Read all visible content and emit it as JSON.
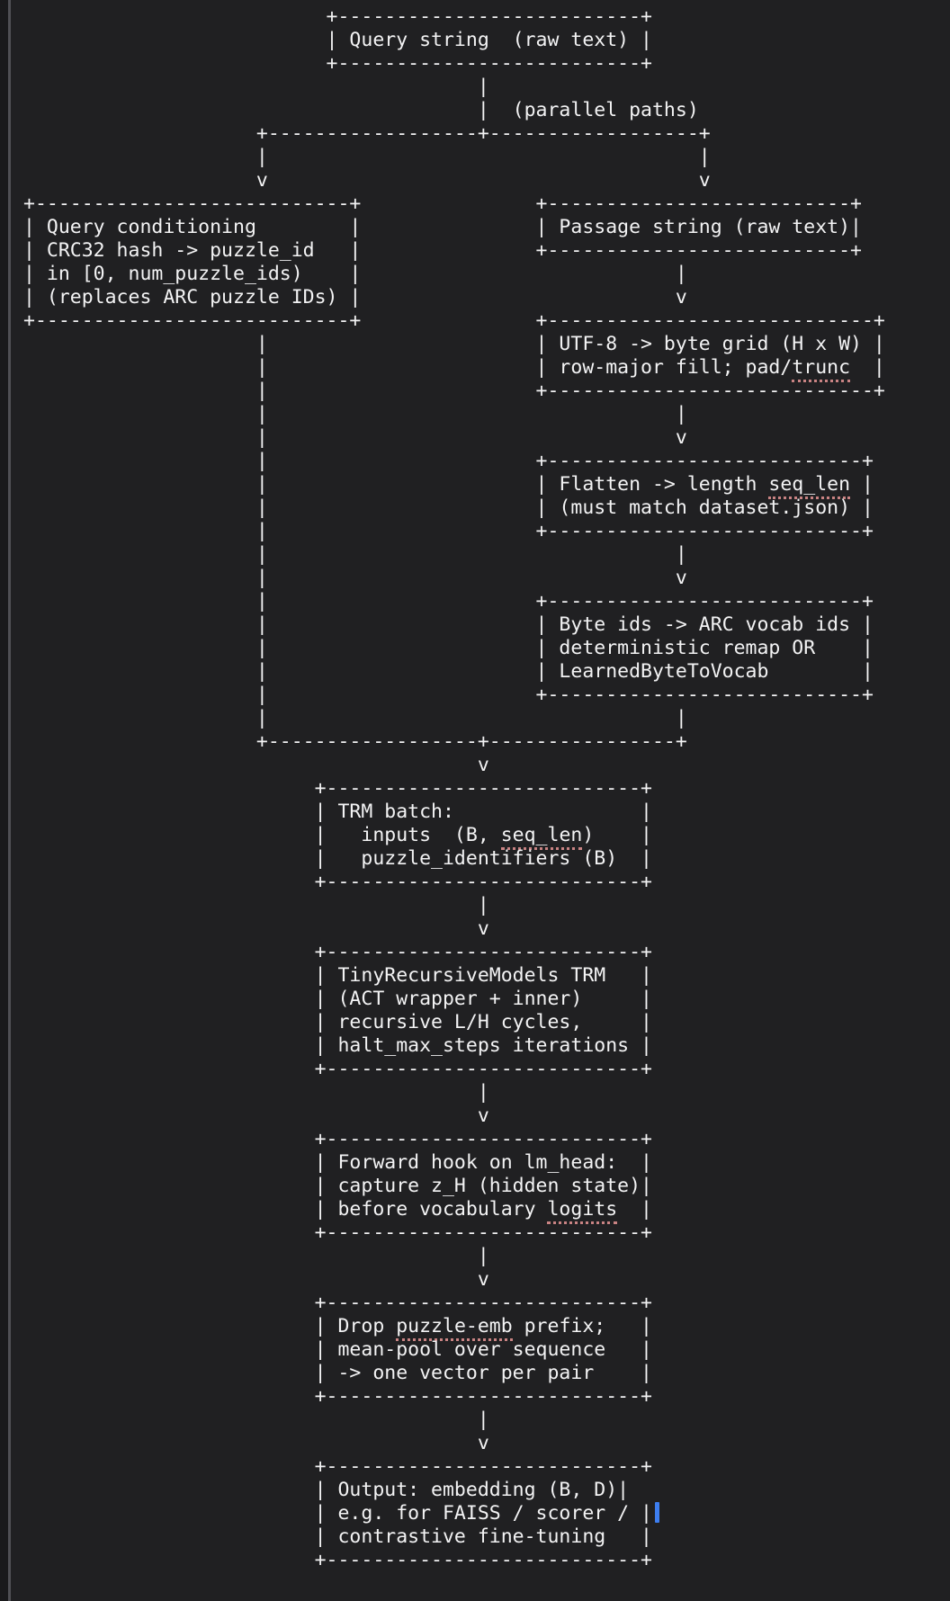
{
  "colors": {
    "background": "#202022",
    "left_strip": "#1a1a1c",
    "pane_border": "#505055",
    "text": "#f3f3f4",
    "squiggle": "#c98383",
    "cursor": "#3d7ef0"
  },
  "flowchart": {
    "edge_labels": [
      "(parallel paths)"
    ],
    "nodes": [
      {
        "name": "query-string",
        "lines": [
          "Query string  (raw text)"
        ]
      },
      {
        "name": "query-conditioning",
        "lines": [
          "Query conditioning",
          "CRC32 hash -> puzzle_id",
          "in [0, num_puzzle_ids)",
          "(replaces ARC puzzle IDs)"
        ]
      },
      {
        "name": "passage-string",
        "lines": [
          "Passage string (raw text)"
        ]
      },
      {
        "name": "utf8-byte-grid",
        "lines": [
          "UTF-8 -> byte grid (H x W)",
          "row-major fill; pad/trunc"
        ]
      },
      {
        "name": "flatten",
        "lines": [
          "Flatten -> length seq_len",
          "(must match dataset.json)"
        ]
      },
      {
        "name": "byte-ids-to-vocab",
        "lines": [
          "Byte ids -> ARC vocab ids",
          "deterministic remap OR",
          "LearnedByteToVocab"
        ]
      },
      {
        "name": "trm-batch",
        "lines": [
          "TRM batch:",
          "inputs  (B, seq_len)",
          "puzzle_identifiers (B)"
        ]
      },
      {
        "name": "trm-model",
        "lines": [
          "TinyRecursiveModels TRM",
          "(ACT wrapper + inner)",
          "recursive L/H cycles,",
          "halt_max_steps iterations"
        ]
      },
      {
        "name": "forward-hook",
        "lines": [
          "Forward hook on lm_head:",
          "capture z_H (hidden state)",
          "before vocabulary logits"
        ]
      },
      {
        "name": "mean-pool",
        "lines": [
          "Drop puzzle-emb prefix;",
          "mean-pool over sequence",
          "-> one vector per pair"
        ]
      },
      {
        "name": "output",
        "lines": [
          "Output: embedding (B, D)",
          "e.g. for FAISS / scorer /",
          "contrastive fine-tuning"
        ]
      }
    ]
  },
  "diagram": {
    "lines": [
      {
        "segs": [
          [
            26,
            "+--------------------------+"
          ]
        ]
      },
      {
        "segs": [
          [
            26,
            "| Query string  (raw text) |"
          ]
        ]
      },
      {
        "segs": [
          [
            26,
            "+--------------------------+"
          ]
        ]
      },
      {
        "segs": [
          [
            39,
            "|"
          ]
        ]
      },
      {
        "segs": [
          [
            39,
            "|"
          ],
          [
            42,
            "(parallel paths)"
          ]
        ]
      },
      {
        "segs": [
          [
            20,
            "+------------------+------------------+"
          ]
        ]
      },
      {
        "segs": [
          [
            20,
            "|"
          ],
          [
            58,
            "|"
          ]
        ]
      },
      {
        "segs": [
          [
            20,
            "v"
          ],
          [
            58,
            "v"
          ]
        ]
      },
      {
        "segs": [
          [
            0,
            "+---------------------------+"
          ],
          [
            44,
            "+--------------------------+"
          ]
        ]
      },
      {
        "segs": [
          [
            0,
            "| Query conditioning        |"
          ],
          [
            44,
            "| Passage string (raw text)|"
          ]
        ]
      },
      {
        "segs": [
          [
            0,
            "| CRC32 hash -> puzzle_id   |"
          ],
          [
            44,
            "+--------------------------+"
          ]
        ]
      },
      {
        "segs": [
          [
            0,
            "| in [0, num_puzzle_ids)    |"
          ],
          [
            56,
            "|"
          ]
        ]
      },
      {
        "segs": [
          [
            0,
            "| (replaces ARC puzzle IDs) |"
          ],
          [
            56,
            "v"
          ]
        ]
      },
      {
        "segs": [
          [
            0,
            "+---------------------------+"
          ],
          [
            44,
            "+----------------------------+"
          ]
        ]
      },
      {
        "segs": [
          [
            20,
            "|"
          ],
          [
            44,
            "| UTF-8 -> byte grid (H x W) |"
          ]
        ]
      },
      {
        "segs": [
          [
            20,
            "|"
          ],
          [
            44,
            "| row-major fill; pad/trunc  |"
          ]
        ]
      },
      {
        "segs": [
          [
            20,
            "|"
          ],
          [
            44,
            "+----------------------------+"
          ]
        ]
      },
      {
        "segs": [
          [
            20,
            "|"
          ],
          [
            56,
            "|"
          ]
        ]
      },
      {
        "segs": [
          [
            20,
            "|"
          ],
          [
            56,
            "v"
          ]
        ]
      },
      {
        "segs": [
          [
            20,
            "|"
          ],
          [
            44,
            "+---------------------------+"
          ]
        ]
      },
      {
        "segs": [
          [
            20,
            "|"
          ],
          [
            44,
            "| Flatten -> length seq_len |"
          ]
        ]
      },
      {
        "segs": [
          [
            20,
            "|"
          ],
          [
            44,
            "| (must match dataset.json) |"
          ]
        ]
      },
      {
        "segs": [
          [
            20,
            "|"
          ],
          [
            44,
            "+---------------------------+"
          ]
        ]
      },
      {
        "segs": [
          [
            20,
            "|"
          ],
          [
            56,
            "|"
          ]
        ]
      },
      {
        "segs": [
          [
            20,
            "|"
          ],
          [
            56,
            "v"
          ]
        ]
      },
      {
        "segs": [
          [
            20,
            "|"
          ],
          [
            44,
            "+---------------------------+"
          ]
        ]
      },
      {
        "segs": [
          [
            20,
            "|"
          ],
          [
            44,
            "| Byte ids -> ARC vocab ids |"
          ]
        ]
      },
      {
        "segs": [
          [
            20,
            "|"
          ],
          [
            44,
            "| deterministic remap OR    |"
          ]
        ]
      },
      {
        "segs": [
          [
            20,
            "|"
          ],
          [
            44,
            "| LearnedByteToVocab        |"
          ]
        ]
      },
      {
        "segs": [
          [
            20,
            "|"
          ],
          [
            44,
            "+---------------------------+"
          ]
        ]
      },
      {
        "segs": [
          [
            20,
            "|"
          ],
          [
            56,
            "|"
          ]
        ]
      },
      {
        "segs": [
          [
            20,
            "+------------------+----------------+"
          ]
        ]
      },
      {
        "segs": [
          [
            39,
            "v"
          ]
        ]
      },
      {
        "segs": [
          [
            25,
            "+---------------------------+"
          ]
        ]
      },
      {
        "segs": [
          [
            25,
            "| TRM batch:                |"
          ]
        ]
      },
      {
        "segs": [
          [
            25,
            "|   inputs  (B, seq_len)    |"
          ]
        ]
      },
      {
        "segs": [
          [
            25,
            "|   puzzle_identifiers (B)  |"
          ]
        ]
      },
      {
        "segs": [
          [
            25,
            "+---------------------------+"
          ]
        ]
      },
      {
        "segs": [
          [
            39,
            "|"
          ]
        ]
      },
      {
        "segs": [
          [
            39,
            "v"
          ]
        ]
      },
      {
        "segs": [
          [
            25,
            "+---------------------------+"
          ]
        ]
      },
      {
        "segs": [
          [
            25,
            "| TinyRecursiveModels TRM   |"
          ]
        ]
      },
      {
        "segs": [
          [
            25,
            "| (ACT wrapper + inner)     |"
          ]
        ]
      },
      {
        "segs": [
          [
            25,
            "| recursive L/H cycles,     |"
          ]
        ]
      },
      {
        "segs": [
          [
            25,
            "| halt_max_steps iterations |"
          ]
        ]
      },
      {
        "segs": [
          [
            25,
            "+---------------------------+"
          ]
        ]
      },
      {
        "segs": [
          [
            39,
            "|"
          ]
        ]
      },
      {
        "segs": [
          [
            39,
            "v"
          ]
        ]
      },
      {
        "segs": [
          [
            25,
            "+---------------------------+"
          ]
        ]
      },
      {
        "segs": [
          [
            25,
            "| Forward hook on lm_head:  |"
          ]
        ]
      },
      {
        "segs": [
          [
            25,
            "| capture z_H (hidden state)|"
          ]
        ]
      },
      {
        "segs": [
          [
            25,
            "| before vocabulary logits  |"
          ]
        ]
      },
      {
        "segs": [
          [
            25,
            "+---------------------------+"
          ]
        ]
      },
      {
        "segs": [
          [
            39,
            "|"
          ]
        ]
      },
      {
        "segs": [
          [
            39,
            "v"
          ]
        ]
      },
      {
        "segs": [
          [
            25,
            "+---------------------------+"
          ]
        ]
      },
      {
        "segs": [
          [
            25,
            "| Drop puzzle-emb prefix;   |"
          ]
        ]
      },
      {
        "segs": [
          [
            25,
            "| mean-pool over sequence   |"
          ]
        ]
      },
      {
        "segs": [
          [
            25,
            "| -> one vector per pair    |"
          ]
        ]
      },
      {
        "segs": [
          [
            25,
            "+---------------------------+"
          ]
        ]
      },
      {
        "segs": [
          [
            39,
            "|"
          ]
        ]
      },
      {
        "segs": [
          [
            39,
            "v"
          ]
        ]
      },
      {
        "segs": [
          [
            25,
            "+---------------------------+"
          ]
        ]
      },
      {
        "segs": [
          [
            25,
            "| Output: embedding (B, D)|"
          ]
        ]
      },
      {
        "segs": [
          [
            25,
            "| e.g. for FAISS / scorer / |"
          ]
        ]
      },
      {
        "segs": [
          [
            25,
            "| contrastive fine-tuning   |"
          ]
        ]
      },
      {
        "segs": [
          [
            25,
            "+---------------------------+"
          ]
        ]
      }
    ],
    "squiggles": [
      {
        "line": 15,
        "word": "trunc"
      },
      {
        "line": 20,
        "word": "seq_len"
      },
      {
        "line": 35,
        "word": "seq_len"
      },
      {
        "line": 51,
        "word": "logits"
      },
      {
        "line": 56,
        "word": "puzzle-emb"
      }
    ],
    "cursor": {
      "line": 64,
      "col": 54
    }
  }
}
